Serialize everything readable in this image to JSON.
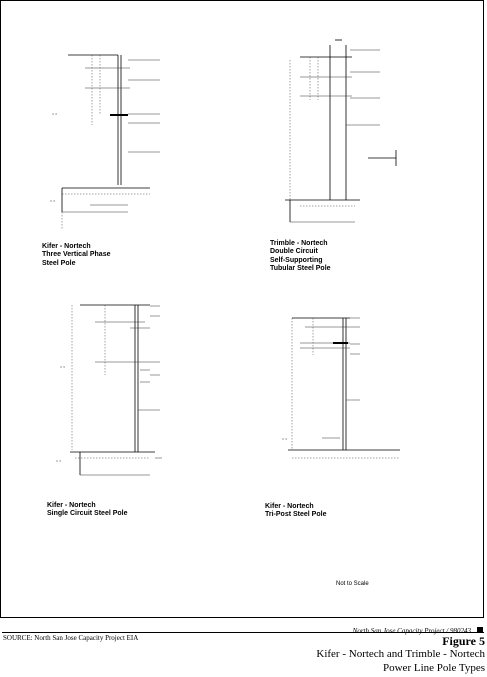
{
  "captions": {
    "kifer_three": "Kifer - Nortech\nThree Vertical Phase\nSteel Pole",
    "trimble": "Trimble - Nortech\nDouble Circuit\nSelf-Supporting\nTubular Steel Pole",
    "kifer_single": "Kifer - Nortech\nSingle Circuit Steel Pole",
    "kifer_tripost": "Kifer - Nortech\nTri-Post Steel Pole"
  },
  "scale_note": "Not to Scale",
  "footer": {
    "source": "SOURCE: North San Jose Capacity Project EIA",
    "project": "North San Jose Capacity Project / 980243",
    "figure": "Figure 5",
    "title_line1": "Kifer - Nortech and Trimble - Nortech",
    "title_line2": "Power Line Pole Types"
  }
}
